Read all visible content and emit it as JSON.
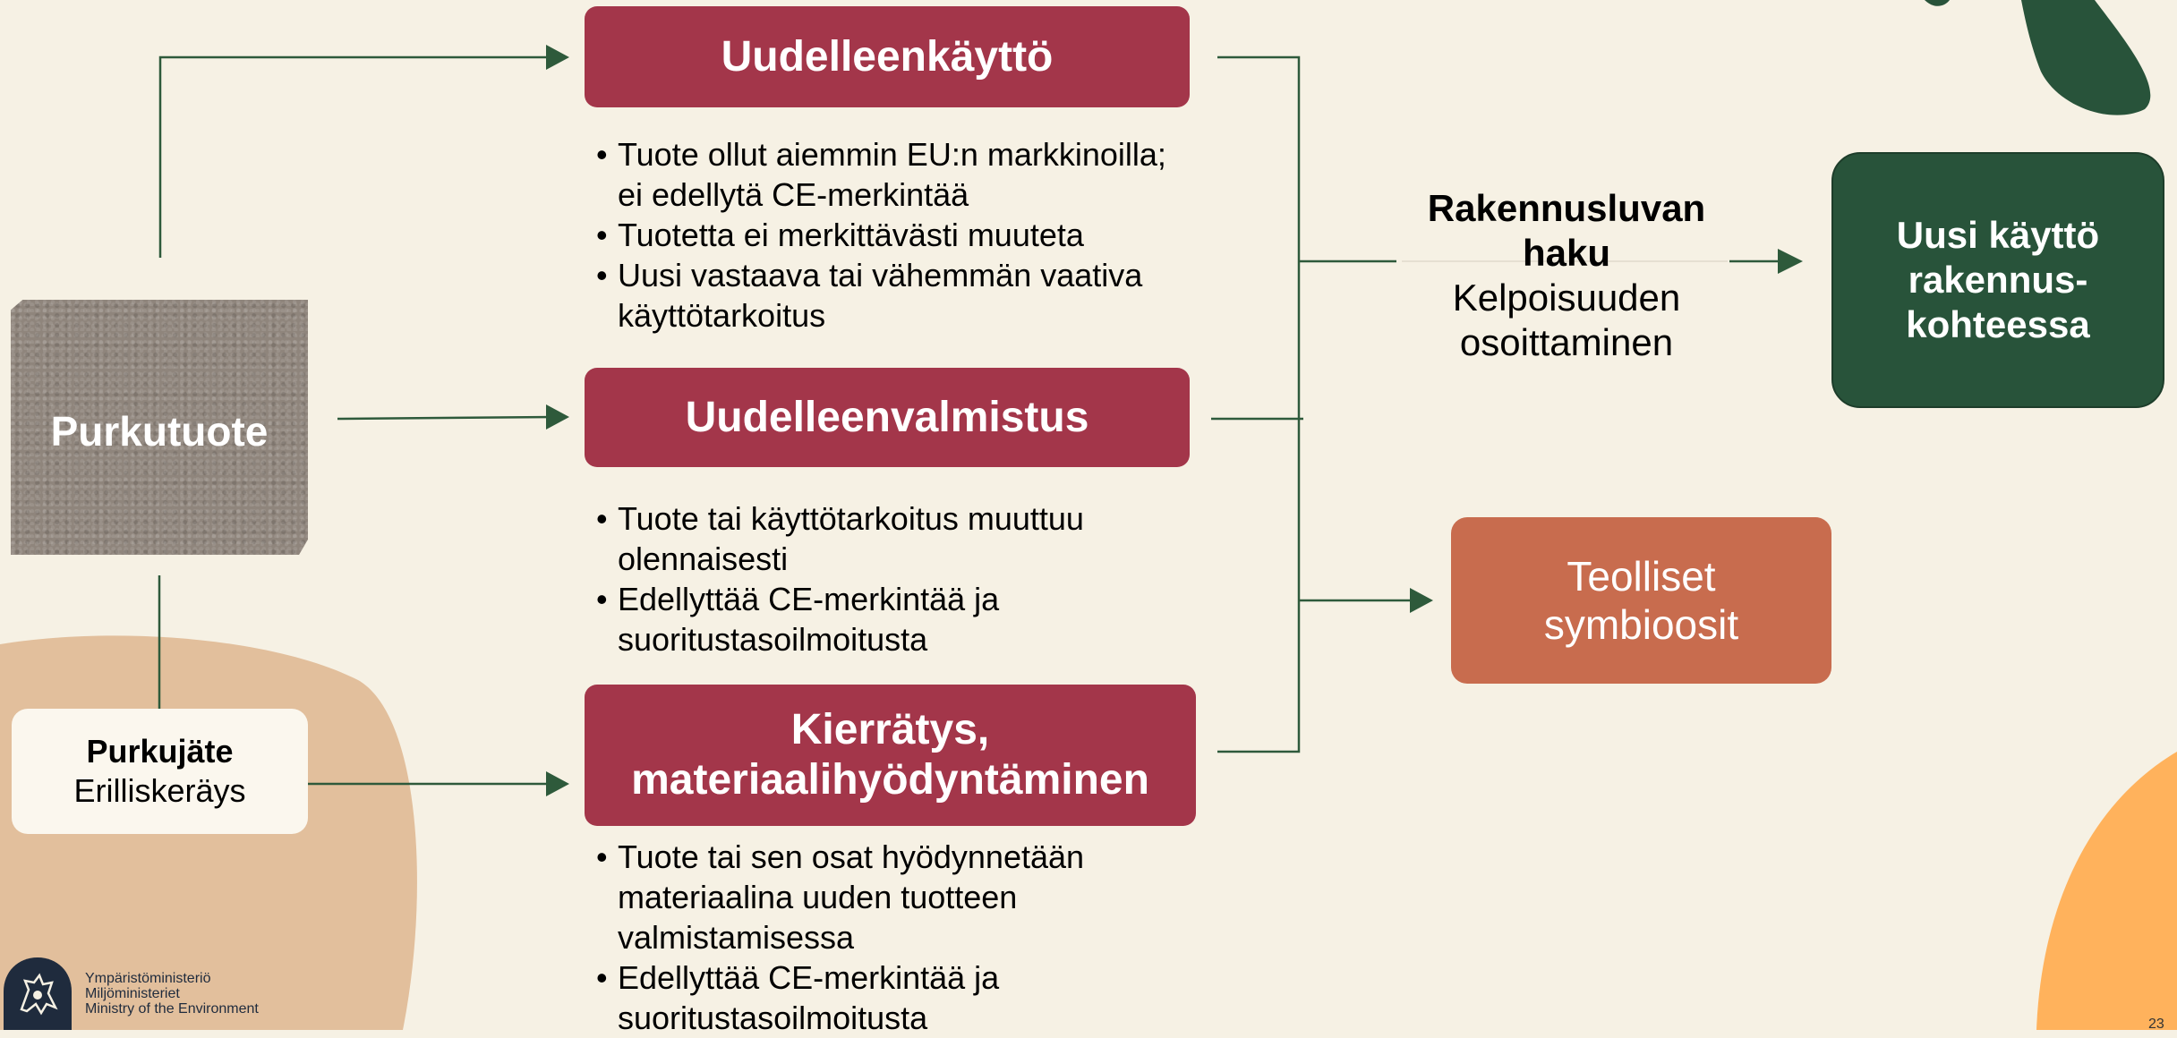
{
  "diagram": {
    "source": {
      "label": "Purkutuote"
    },
    "waste": {
      "title": "Purkujäte",
      "subtitle": "Erilliskeräys"
    },
    "paths": [
      {
        "title": "Uudelleenkäyttö",
        "bullets": [
          [
            "Tuote ollut aiemmin EU:n markkinoilla;",
            "ei edellytä CE-merkintää"
          ],
          [
            "Tuotetta ei merkittävästi muuteta"
          ],
          [
            "Uusi vastaava tai vähemmän vaativa",
            "käyttötarkoitus"
          ]
        ]
      },
      {
        "title": "Uudelleenvalmistus",
        "bullets": [
          [
            "Tuote tai käyttötarkoitus muuttuu",
            "olennaisesti"
          ],
          [
            "Edellyttää CE-merkintää ja",
            "suoritustasoilmoitusta"
          ]
        ]
      },
      {
        "title_line1": "Kierrätys,",
        "title_line2": "materiaalihyödyntäminen",
        "bullets": [
          [
            "Tuote tai sen osat hyödynnetään",
            "materiaalina uuden tuotteen",
            "valmistamisessa"
          ],
          [
            "Edellyttää CE-merkintää ja",
            "suoritustasoilmoitusta"
          ]
        ]
      }
    ],
    "permit": {
      "title_line1": "Rakennusluvan",
      "title_line2": "haku",
      "sub_line1": "Kelpoisuuden",
      "sub_line2": "osoittaminen"
    },
    "outcome_new_use": {
      "line1": "Uusi käyttö",
      "line2": "rakennus-",
      "line3": "kohteessa"
    },
    "outcome_symbiosis": {
      "line1": "Teolliset",
      "line2": "symbioosit"
    }
  },
  "footer": {
    "ministry_fi": "Ympäristöministeriö",
    "ministry_sv": "Miljöministeriet",
    "ministry_en": "Ministry of the Environment",
    "page_number": "23"
  },
  "colors": {
    "background": "#f6f1e4",
    "path_box": "#a3364a",
    "new_use_box": "#28533a",
    "symbiosis_box": "#c86c4e",
    "connector": "#2e5a3b",
    "decor_tan": "#e2bf9c",
    "decor_orange": "#ffb25c"
  }
}
